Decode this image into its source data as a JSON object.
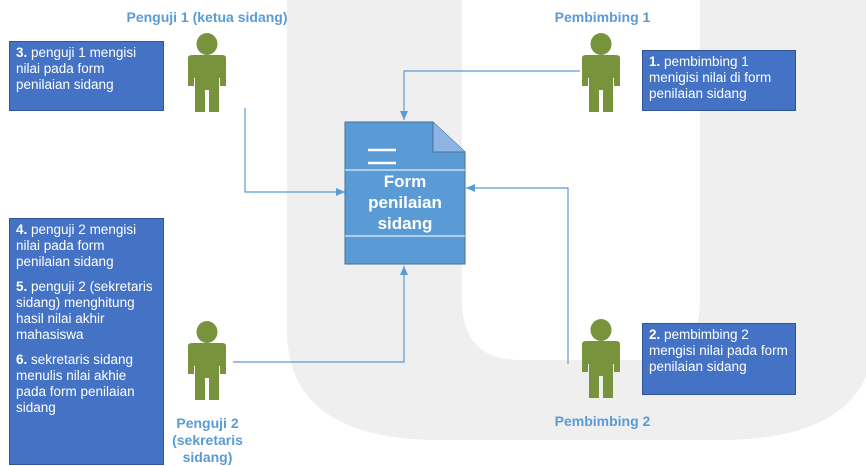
{
  "roles": {
    "penguji1": "Penguji 1 (ketua sidang)",
    "pembimbing1": "Pembimbing 1",
    "penguji2_lines": [
      "Penguji 2",
      "(sekretaris",
      "sidang)"
    ],
    "pembimbing2": "Pembimbing 2"
  },
  "document": {
    "title_lines": [
      "Form",
      "penilaian",
      "sidang"
    ]
  },
  "notes": {
    "penguji1": [
      {
        "num": "3.",
        "text": " penguji 1 mengisi nilai pada form penilaian sidang"
      }
    ],
    "pembimbing1": [
      {
        "num": "1.",
        "text": "  pembimbing 1 menigisi nilai di form penilaian sidang"
      }
    ],
    "penguji2": [
      {
        "num": "4.",
        "text": " penguji 2 mengisi nilai pada form penilaian sidang"
      },
      {
        "num": "5.",
        "text": " penguji 2 (sekretaris sidang) menghitung hasil nilai akhir mahasiswa"
      },
      {
        "num": "6.",
        "text": " sekretaris sidang menulis nilai akhie pada form penilaian sidang"
      }
    ],
    "pembimbing2": [
      {
        "num": "2.",
        "text": " pembimbing 2 mengisi nilai pada form penilaian sidang"
      }
    ]
  },
  "colors": {
    "person": "#77933c",
    "note_bg": "#4472c4",
    "doc_fill": "#5b9bd5",
    "arrow": "#5b9bd5",
    "label": "#5b9bd5",
    "watermark": "#eeeeee"
  }
}
